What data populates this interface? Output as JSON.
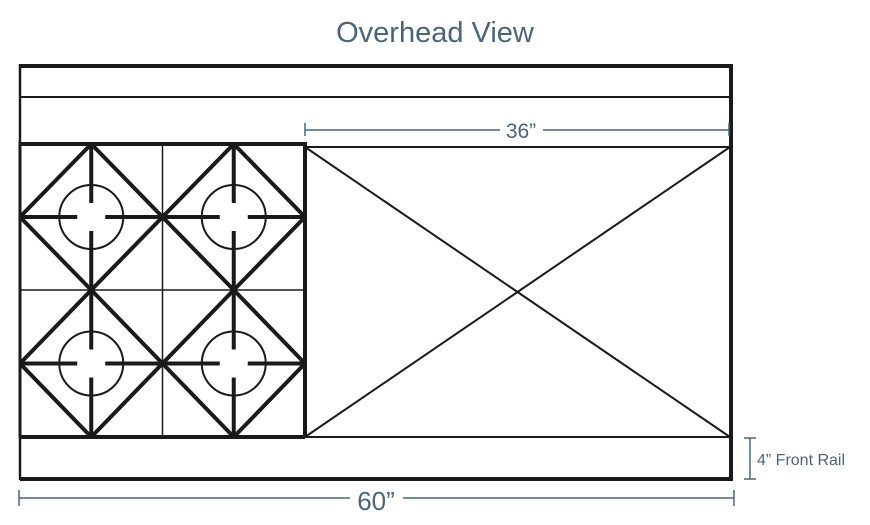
{
  "diagram": {
    "title": "Overhead View",
    "dim_griddle_width": "36”",
    "dim_total_width": "60”",
    "dim_front_rail": "4” Front Rail"
  },
  "colors": {
    "outline": "#1a1a1a",
    "dimension": "#4b6577"
  }
}
